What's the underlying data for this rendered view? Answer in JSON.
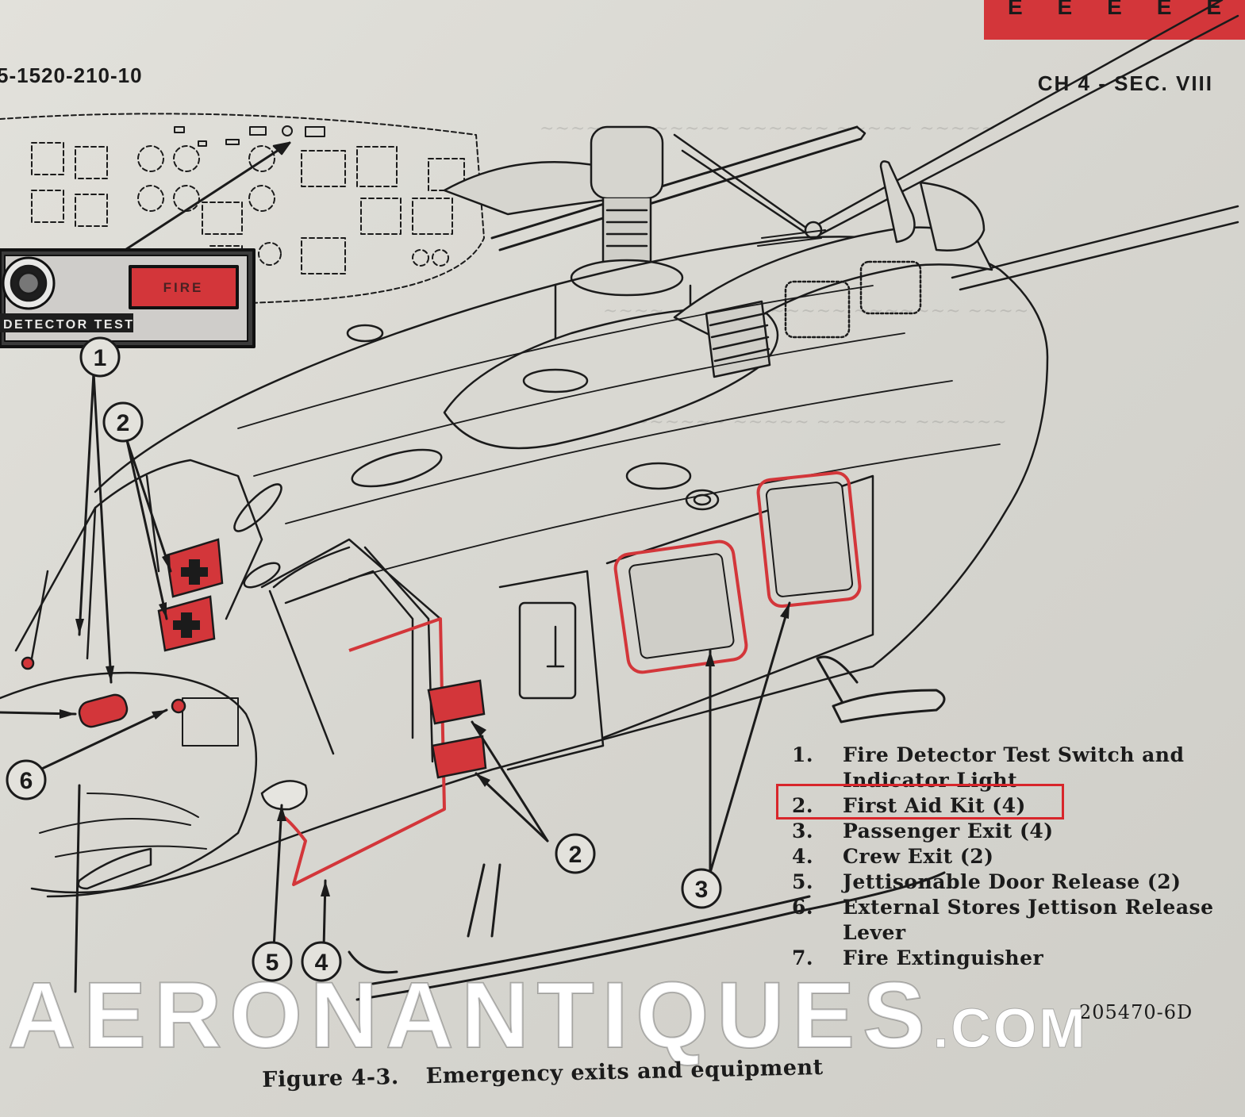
{
  "header": {
    "doc_number": "5-1520-210-10",
    "section": "CH 4 - SEC. VIII",
    "edge_tab_letters": [
      "E",
      "E",
      "E",
      "E",
      "E"
    ]
  },
  "panel": {
    "fire_label": "FIRE",
    "detector_label": "DETECTOR TEST"
  },
  "callouts": [
    "1",
    "2",
    "2",
    "3",
    "4",
    "5",
    "6"
  ],
  "legend": [
    {
      "num": "1.",
      "text": "Fire Detector Test Switch and Indicator Light"
    },
    {
      "num": "2.",
      "text": "First Aid Kit (4)"
    },
    {
      "num": "3.",
      "text": "Passenger Exit (4)"
    },
    {
      "num": "4.",
      "text": "Crew Exit (2)"
    },
    {
      "num": "5.",
      "text": "Jettisonable Door Release (2)"
    },
    {
      "num": "6.",
      "text": "External Stores Jettison Release Lever"
    },
    {
      "num": "7.",
      "text": "Fire Extinguisher"
    }
  ],
  "figure_code": "205470-6D",
  "caption": {
    "number": "Figure 4-3.",
    "title": "Emergency exits and equipment"
  },
  "watermark": {
    "main": "AERONANTIQUES",
    "suffix": ".COM"
  },
  "colors": {
    "highlight": "#d8262b",
    "red_equipment": "#d3363a",
    "paper": "#d9d8d2",
    "ink": "#1b1b1b"
  }
}
